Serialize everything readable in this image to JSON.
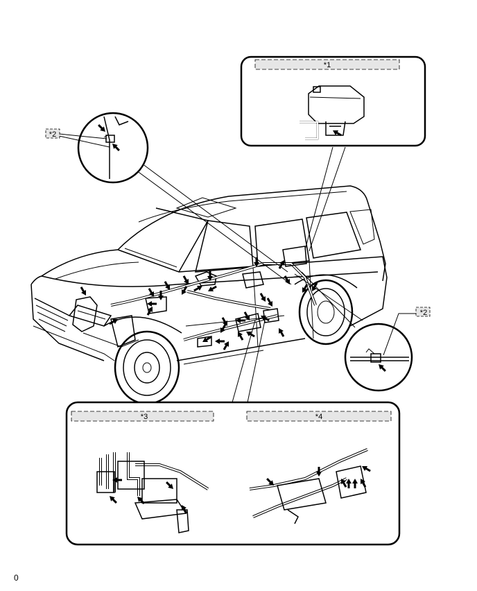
{
  "callouts": {
    "c1": "*1",
    "c2_left": "*2",
    "c2_right": "*2",
    "c3": "*3",
    "c4": "*4"
  },
  "footer": {
    "code": "0"
  },
  "arrow_markers": {
    "main_vehicle_count": 30,
    "detail_1_count": 1,
    "detail_2_left_count": 2,
    "detail_2_right_count": 1,
    "detail_3_count": 5,
    "detail_4_count": 7
  }
}
